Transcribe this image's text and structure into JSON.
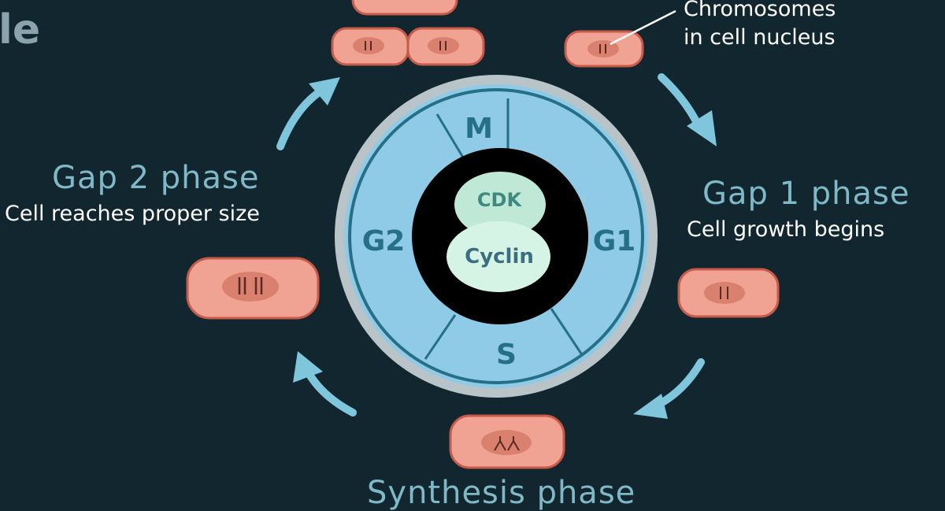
{
  "title_fragment": "le",
  "annotation": {
    "line1": "Chromosomes",
    "line2": "in cell nucleus"
  },
  "phases": {
    "gap1": {
      "title": "Gap 1 phase",
      "desc": "Cell growth begins"
    },
    "gap2": {
      "title": "Gap 2 phase",
      "desc": "Cell reaches proper size"
    },
    "synthetic": {
      "title": "Synthesis phase"
    }
  },
  "ring": {
    "m": "M",
    "g1": "G1",
    "s": "S",
    "g2": "G2"
  },
  "center": {
    "cdk": "CDK",
    "cyclin": "Cyclin"
  },
  "colors": {
    "background": "#12262f",
    "ring_fill": "#8fcbe6",
    "ring_outer": "#b9c4c8",
    "ring_line": "#256f87",
    "ring_text": "#256f87",
    "cell_fill": "#f1a393",
    "nucleus_fill": "#d9806f",
    "arrow": "#7fc6dc",
    "cdk_fill": "#bfe8d6",
    "cyclin_fill": "#d6f4e6"
  }
}
